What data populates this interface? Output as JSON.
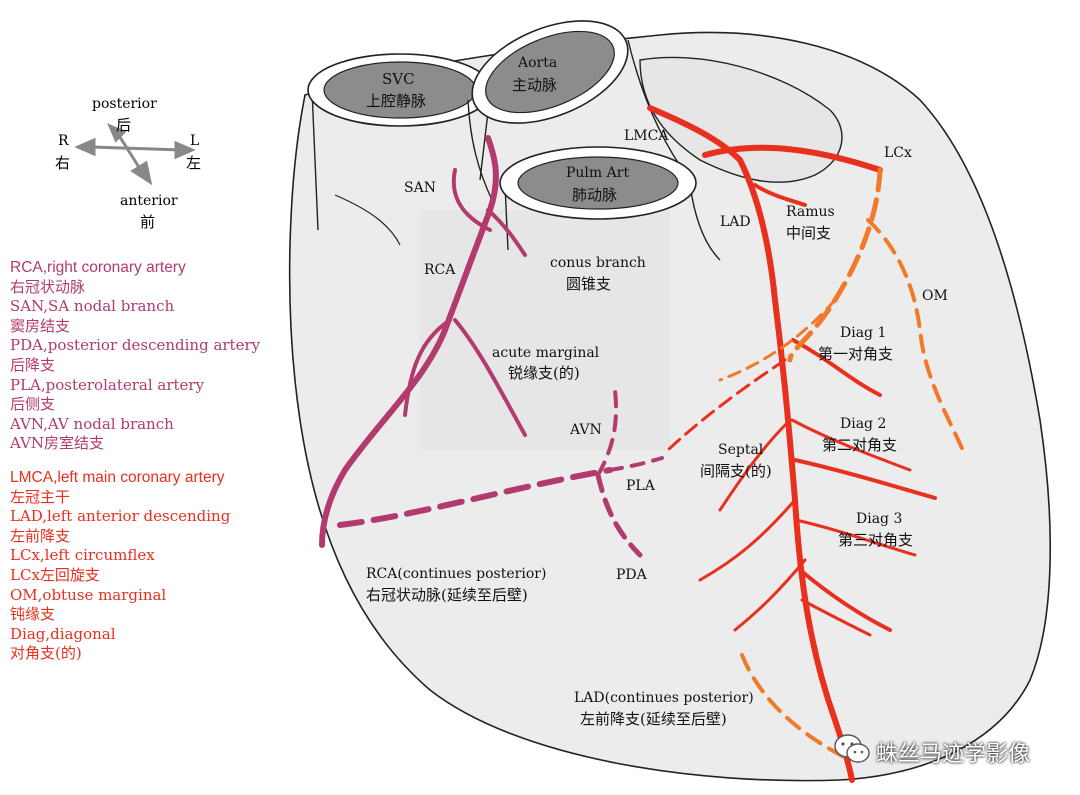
{
  "orientation": {
    "posterior": "posterior",
    "posterior_cn": "后",
    "anterior": "anterior",
    "anterior_cn": "前",
    "right": "R",
    "right_cn": "右",
    "left": "L",
    "left_cn": "左"
  },
  "legend_rca": [
    "RCA,right coronary artery",
    "右冠状动脉",
    "SAN,SA nodal branch",
    "窦房结支",
    "PDA,posterior descending artery",
    "后降支",
    "PLA,posterolateral artery",
    "后侧支",
    "AVN,AV nodal branch",
    "AVN房室结支"
  ],
  "legend_lmca": [
    "LMCA,left main coronary artery",
    "左冠主干",
    "LAD,left anterior descending",
    "左前降支",
    "LCx,left circumflex",
    "LCx左回旋支",
    "OM,obtuse marginal",
    "钝缘支",
    "Diag,diagonal",
    "对角支(的)"
  ],
  "labels": {
    "svc": "SVC",
    "svc_cn": "上腔静脉",
    "aorta": "Aorta",
    "aorta_cn": "主动脉",
    "pulm": "Pulm Art",
    "pulm_cn": "肺动脉",
    "lmca": "LMCA",
    "lcx": "LCx",
    "san": "SAN",
    "rca": "RCA",
    "conus": "conus branch",
    "conus_cn": "圆锥支",
    "lad": "LAD",
    "ramus": "Ramus",
    "ramus_cn": "中间支",
    "om": "OM",
    "diag1": "Diag 1",
    "diag1_cn": "第一对角支",
    "diag2": "Diag 2",
    "diag2_cn": "第二对角支",
    "diag3": "Diag 3",
    "diag3_cn": "第三对角支",
    "acute": "acute marginal",
    "acute_cn": "锐缘支(的)",
    "avn": "AVN",
    "pla": "PLA",
    "pda": "PDA",
    "septal": "Septal",
    "septal_cn": "间隔支(的)",
    "rca_cont": "RCA(continues posterior)",
    "rca_cont_cn": "右冠状动脉(延续至后壁)",
    "lad_cont": "LAD(continues posterior)",
    "lad_cont_cn": "左前降支(延续至后壁)"
  },
  "watermark": "蛛丝马迹学影像",
  "colors": {
    "rca": "#b23a6e",
    "lmca": "#e8301e",
    "lcx": "#f07a2a",
    "heart_fill": "#ececec",
    "vessel_fill": "#8c8c8c"
  }
}
